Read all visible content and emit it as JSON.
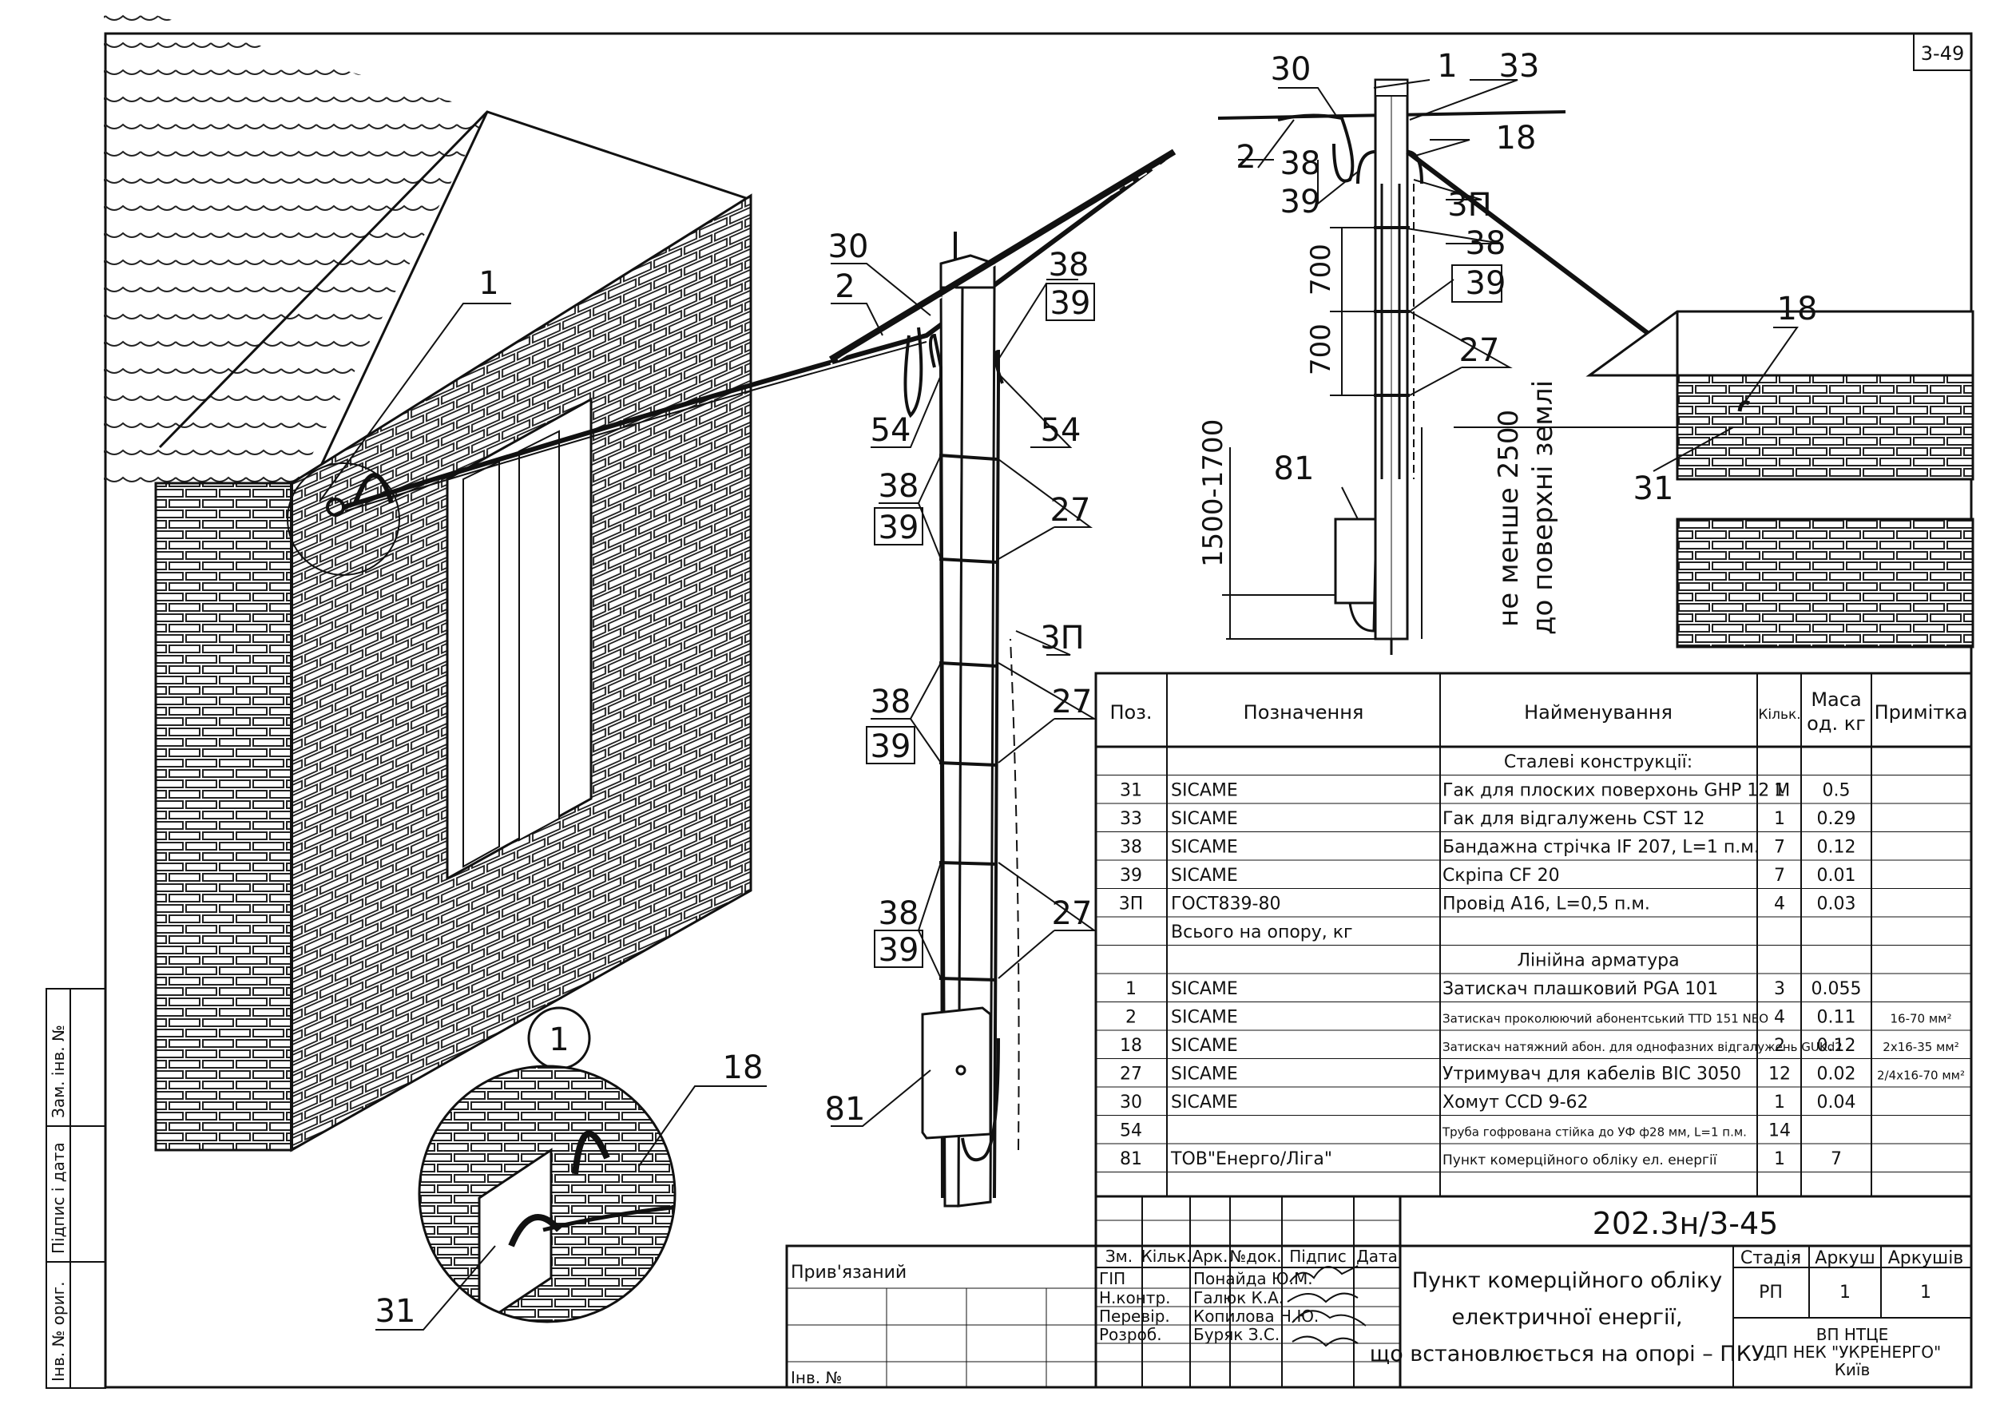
{
  "sheet_tag": "3-49",
  "drawing_code": "202.3н/3-45",
  "title_lines": [
    "Пункт комерційного обліку",
    "електричної енергії,",
    "що встановлюється на опорі – ПКУ"
  ],
  "organization_lines": [
    "ВП НТЦЕ",
    "ДП НЕК \"УКРЕНЕРГО\"",
    "Київ"
  ],
  "stage": {
    "header": "Стадія",
    "value": "РП"
  },
  "sheet_no": {
    "header": "Аркуш",
    "value": "1"
  },
  "sheets_total": {
    "header": "Аркушів",
    "value": "1"
  },
  "revision_headers": [
    "Зм.",
    "Кільк.",
    "Арк.",
    "№док.",
    "Підпис",
    "Дата"
  ],
  "signatories": [
    {
      "role": "ГІП",
      "name": "Понайда Ю.М."
    },
    {
      "role": "Н.контр.",
      "name": "Галюк К.А."
    },
    {
      "role": "Перевір.",
      "name": "Копилова Н.Ю."
    },
    {
      "role": "Розроб.",
      "name": "Буряк З.С."
    }
  ],
  "bound_label": "Прив'язаний",
  "inv_label": "Інв. №",
  "side_stamp": [
    "Інв. № ориг.",
    "Підпис і дата",
    "Зам. інв. №"
  ],
  "detail_marker": "1",
  "dimensions": {
    "d700a": "700",
    "d700b": "700",
    "d1500": "1500-1700",
    "ground_1": "не менше 2500",
    "ground_2": "до поверхні землі"
  },
  "callouts": {
    "house_1": "1",
    "detail_18": "18",
    "detail_31": "31",
    "pole": [
      {
        "id": "p30",
        "text": "30"
      },
      {
        "id": "p2",
        "text": "2"
      },
      {
        "id": "p38a",
        "text": "38"
      },
      {
        "id": "p39a",
        "text": "39"
      },
      {
        "id": "p54a",
        "text": "54"
      },
      {
        "id": "p54b",
        "text": "54"
      },
      {
        "id": "p38b",
        "text": "38"
      },
      {
        "id": "p39b",
        "text": "39"
      },
      {
        "id": "p27a",
        "text": "27"
      },
      {
        "id": "p3pa",
        "text": "3П"
      },
      {
        "id": "p38c",
        "text": "38"
      },
      {
        "id": "p39c",
        "text": "39"
      },
      {
        "id": "p27b",
        "text": "27"
      },
      {
        "id": "p38d",
        "text": "38"
      },
      {
        "id": "p39d",
        "text": "39"
      },
      {
        "id": "p27c",
        "text": "27"
      },
      {
        "id": "p81a",
        "text": "81"
      }
    ],
    "elevation": [
      {
        "id": "e30",
        "text": "30"
      },
      {
        "id": "e1",
        "text": "1"
      },
      {
        "id": "e33",
        "text": "33"
      },
      {
        "id": "e2",
        "text": "2"
      },
      {
        "id": "e38a",
        "text": "38"
      },
      {
        "id": "e39a",
        "text": "39"
      },
      {
        "id": "e18a",
        "text": "18"
      },
      {
        "id": "e3p",
        "text": "3П"
      },
      {
        "id": "e38b",
        "text": "38"
      },
      {
        "id": "e39b",
        "text": "39"
      },
      {
        "id": "e27",
        "text": "27"
      },
      {
        "id": "e18b",
        "text": "18"
      },
      {
        "id": "e81",
        "text": "81"
      },
      {
        "id": "e31",
        "text": "31"
      }
    ]
  },
  "spec_table": {
    "headers": {
      "pos": "Поз.",
      "designation": "Позначення",
      "name": "Найменування",
      "qty": "Кільк.",
      "mass_1": "Маса",
      "mass_2": "од. кг",
      "note": "Примітка"
    },
    "rows": [
      {
        "section": "Сталеві конструкції:"
      },
      {
        "pos": "31",
        "designation": "SICAME",
        "name": "Гак для плоских поверхонь GHP 12 M",
        "qty": "1",
        "mass": "0.5",
        "note": ""
      },
      {
        "pos": "33",
        "designation": "SICAME",
        "name": "Гак для відгалужень CST 12",
        "qty": "1",
        "mass": "0.29",
        "note": ""
      },
      {
        "pos": "38",
        "designation": "SICAME",
        "name": "Бандажна стрічка IF 207, L=1 п.м.",
        "qty": "7",
        "mass": "0.12",
        "note": ""
      },
      {
        "pos": "39",
        "designation": "SICAME",
        "name": "Скріпа CF 20",
        "qty": "7",
        "mass": "0.01",
        "note": ""
      },
      {
        "pos": "3П",
        "designation": "ГОСТ839-80",
        "name": "Провід А16, L=0,5 п.м.",
        "qty": "4",
        "mass": "0.03",
        "note": ""
      },
      {
        "pos": "",
        "designation": "Всього на опору, кг",
        "name": "",
        "qty": "",
        "mass": "",
        "note": ""
      },
      {
        "section": "Лінійна арматура"
      },
      {
        "pos": "1",
        "designation": "SICAME",
        "name": "Затискач плашковий PGA 101",
        "qty": "3",
        "mass": "0.055",
        "note": ""
      },
      {
        "pos": "2",
        "designation": "SICAME",
        "name": "Затискач проколюючий абонентський TTD 151 NEO",
        "qty": "4",
        "mass": "0.11",
        "note": "16-70 мм²"
      },
      {
        "pos": "18",
        "designation": "SICAME",
        "name": "Затискач натяжний абон. для однофазних відгалужень GUKd2",
        "qty": "2",
        "mass": "0.12",
        "note": "2x16-35 мм²"
      },
      {
        "pos": "27",
        "designation": "SICAME",
        "name": "Утримувач для кабелів BIC 3050",
        "qty": "12",
        "mass": "0.02",
        "note": "2/4x16-70 мм²"
      },
      {
        "pos": "30",
        "designation": "SICAME",
        "name": "Хомут CCD 9-62",
        "qty": "1",
        "mass": "0.04",
        "note": ""
      },
      {
        "pos": "54",
        "designation": "",
        "name": "Труба гофрована стійка до УФ ф28 мм, L=1 п.м.",
        "qty": "14",
        "mass": "",
        "note": ""
      },
      {
        "pos": "81",
        "designation": "ТОВ\"Енерго/Ліга\"",
        "name": "Пункт комерційного обліку ел. енергії",
        "qty": "1",
        "mass": "7",
        "note": ""
      }
    ]
  }
}
